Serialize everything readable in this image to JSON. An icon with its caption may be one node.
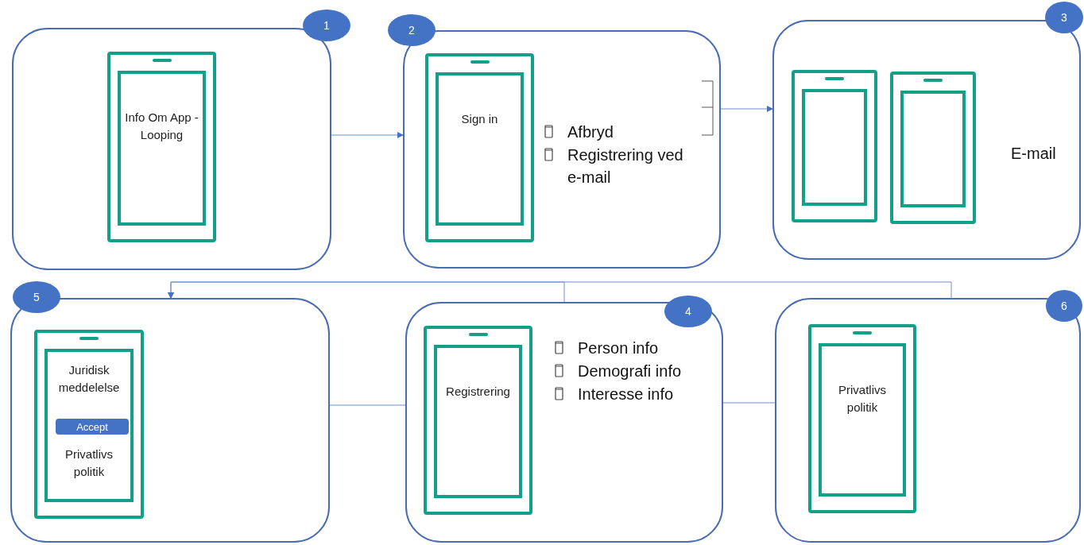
{
  "diagram": {
    "nodes": [
      {
        "text": [],
        "shape": "box"
      },
      {
        "text": [
          "1"
        ]
      },
      {
        "text": [
          "Info Om App - Looping"
        ],
        "in": 0
      },
      {
        "text": [],
        "shape": "box"
      },
      {
        "text": [
          "2"
        ]
      },
      {
        "text": [
          "Sign in"
        ],
        "in": 3
      },
      {
        "text": [],
        "shape": "box"
      },
      {
        "text": [
          "3"
        ]
      },
      {
        "text": [],
        "shape": "phone",
        "in": 6
      },
      {
        "text": [],
        "shape": "phone",
        "in": 6
      },
      {
        "text": [],
        "shape": "box"
      },
      {
        "text": [
          "5"
        ]
      },
      {
        "text": [
          "Juridisk meddelelse",
          "Privatlivs politik"
        ],
        "in": 10
      },
      {
        "text": [
          "Accept"
        ],
        "in": 12
      },
      {
        "text": [],
        "shape": "box"
      },
      {
        "text": [
          "4"
        ]
      },
      {
        "text": [
          "Registrering"
        ],
        "in": 14
      },
      {
        "text": [],
        "shape": "box"
      },
      {
        "text": [
          "6"
        ]
      },
      {
        "text": [
          "Privatlivs politik"
        ],
        "in": 17
      }
    ],
    "edges": [
      {
        "from": 0,
        "to": 3,
        "arrow": "to"
      },
      {
        "from": 3,
        "to": 6,
        "arrow": "to"
      },
      {
        "from": 14,
        "to": 10,
        "arrow": "to"
      },
      {
        "from": 17,
        "to": 10,
        "arrow": "to"
      },
      {
        "from": 10,
        "to": 14,
        "arrow": "none"
      },
      {
        "from": 14,
        "to": 17,
        "arrow": "none"
      }
    ],
    "labels": [
      "Afbryd",
      "Registrering ved e-mail",
      "E-mail",
      "Person info",
      "Demografi info",
      "Interesse info"
    ]
  }
}
